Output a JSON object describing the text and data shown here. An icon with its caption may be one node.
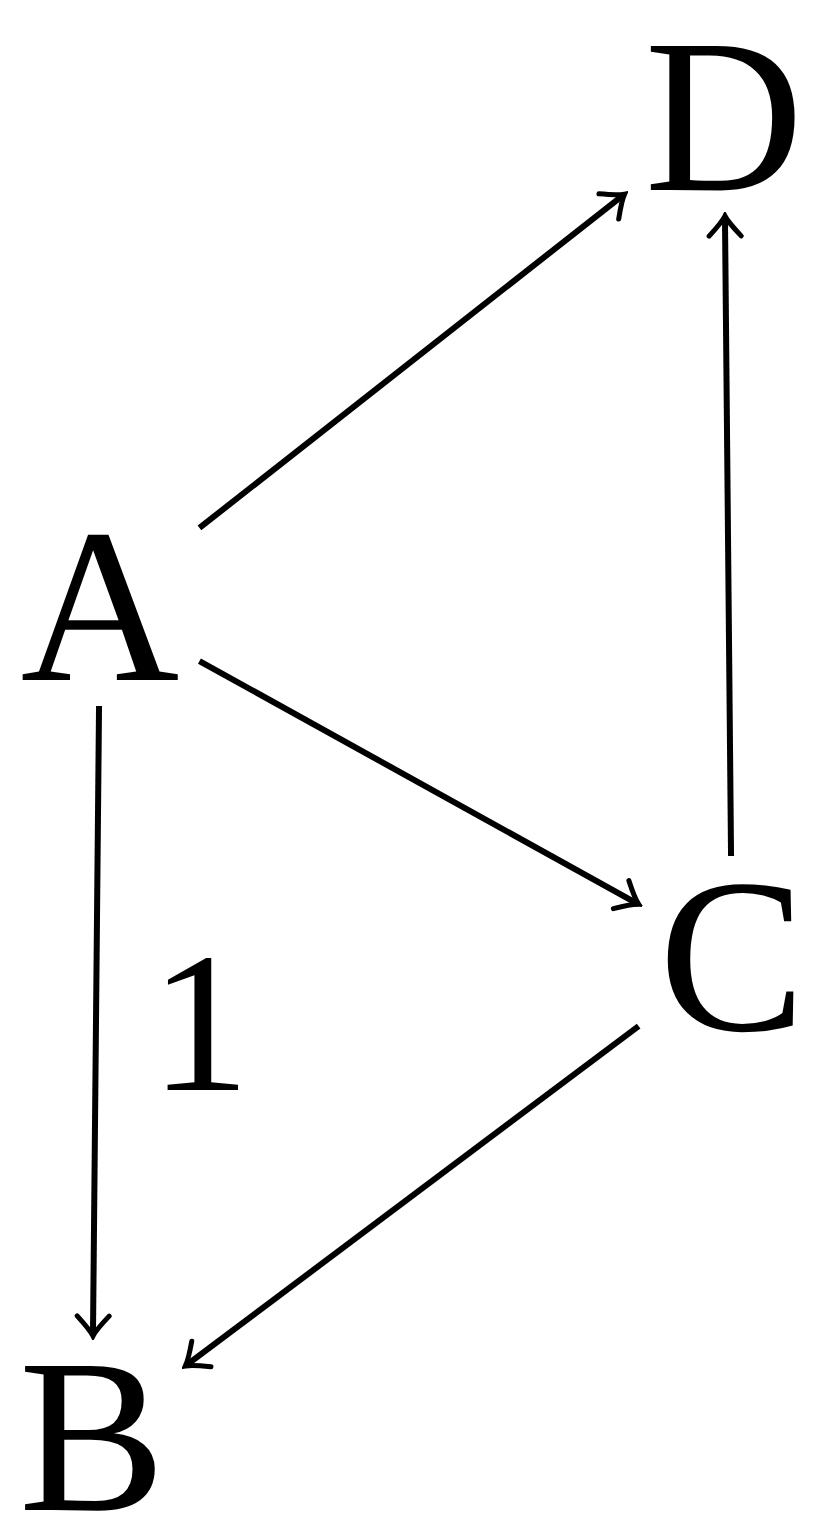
{
  "diagram": {
    "nodes": [
      {
        "text": [
          "D"
        ]
      },
      {
        "text": [
          "A"
        ]
      },
      {
        "text": [
          "C"
        ]
      },
      {
        "text": [
          "B"
        ]
      }
    ],
    "edges": [
      {
        "from": 1,
        "to": 0,
        "arrow": "to"
      },
      {
        "from": 1,
        "to": 2,
        "arrow": "to"
      },
      {
        "from": 2,
        "to": 0,
        "arrow": "to"
      },
      {
        "from": 1,
        "to": 3,
        "arrow": "to",
        "label": "1"
      },
      {
        "from": 2,
        "to": 3,
        "arrow": "to"
      }
    ]
  }
}
